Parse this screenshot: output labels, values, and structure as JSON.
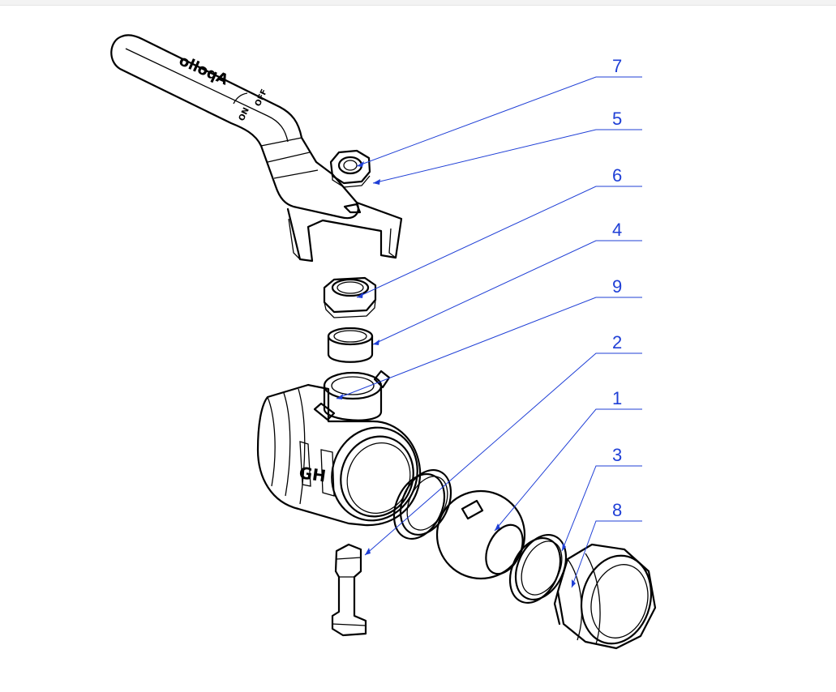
{
  "diagram": {
    "callouts": [
      "7",
      "5",
      "6",
      "4",
      "9",
      "2",
      "1",
      "3",
      "8"
    ],
    "handle_stamp": "Apollo",
    "handle_marks": [
      "ON",
      "OFF"
    ],
    "body_stamp": "GH"
  },
  "colors": {
    "line": "#000000",
    "leader": "#1f3fd6",
    "background": "#ffffff"
  }
}
